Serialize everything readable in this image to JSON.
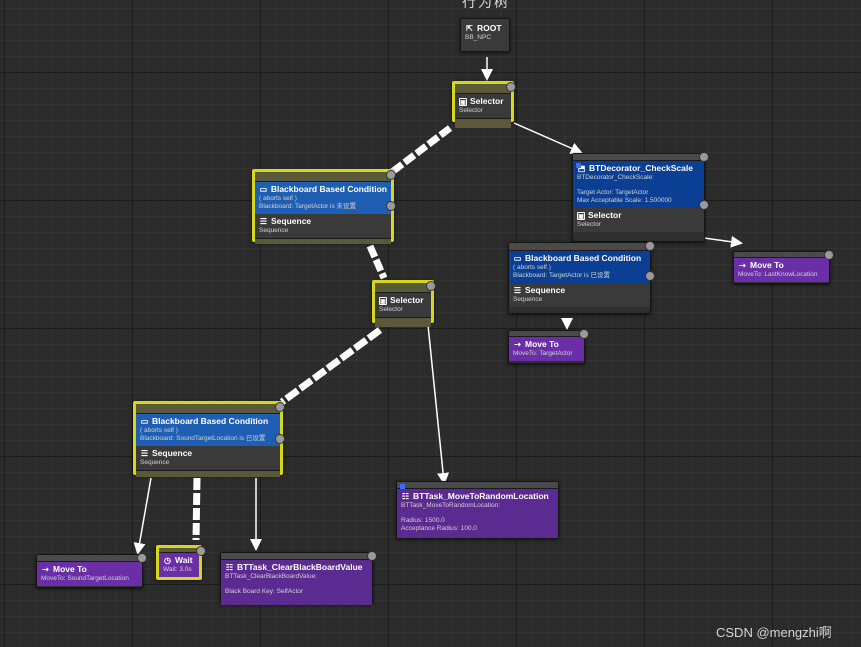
{
  "window": {
    "top_label": "行为树"
  },
  "watermark": "CSDN @mengzhi啊",
  "nodes": {
    "root": {
      "title": "ROOT",
      "sub": "BB_NPC"
    },
    "selector_main": {
      "title": "Selector",
      "sub": "Selector"
    },
    "check_scale": {
      "title": "BTDecorator_CheckScale",
      "sub": "BTDecorator_CheckScale:",
      "line1": "Target Actor: TargetActor",
      "line2": "Max Acceptable Scale: 1.500000"
    },
    "selector_right": {
      "title": "Selector",
      "sub": "Selector"
    },
    "bb_cond_left": {
      "title": "Blackboard Based Condition",
      "sub1": "( aborts self )",
      "sub2": "Blackboard: TargetActor is 未设置"
    },
    "sequence_left": {
      "title": "Sequence",
      "sub": "Sequence"
    },
    "bb_cond_right": {
      "title": "Blackboard Based Condition",
      "sub1": "( aborts self )",
      "sub2": "Blackboard: TargetActor is 已设置"
    },
    "sequence_right": {
      "title": "Sequence",
      "sub": "Sequence"
    },
    "moveto_lastknow": {
      "title": "Move To",
      "sub": "MoveTo: LastKnowLocation"
    },
    "moveto_target": {
      "title": "Move To",
      "sub": "MoveTo: TargetActor"
    },
    "selector_mid": {
      "title": "Selector",
      "sub": "Selector"
    },
    "bb_cond_lower": {
      "title": "Blackboard Based Condition",
      "sub1": "( aborts self )",
      "sub2": "Blackboard: SoundTargetLocation is 已设置"
    },
    "sequence_lower": {
      "title": "Sequence",
      "sub": "Sequence"
    },
    "move_random": {
      "title": "BTTask_MoveToRandomLocation",
      "sub": "BTTask_MoveToRandomLocation:",
      "line1": "Radius: 1500.0",
      "line2": "Acceptance Radius: 100.0"
    },
    "moveto_sound": {
      "title": "Move To",
      "sub": "MoveTo: SoundTargetLocation"
    },
    "wait": {
      "title": "Wait",
      "sub": "Wait: 3.0s"
    },
    "clear_bb": {
      "title": "BTTask_ClearBlackBoardValue",
      "sub": "BTTask_ClearBlackBoardValue:",
      "line1": "Black Board Key: SelfActor"
    }
  },
  "icons": {
    "root": "root-icon",
    "selector": "selector-icon",
    "sequence": "sequence-icon",
    "condition": "blackboard-condition-icon",
    "moveto": "move-to-icon",
    "task": "task-icon",
    "wait": "wait-icon"
  },
  "colors": {
    "active_outline": "#d6d61a",
    "decorator_blue": "#1f5fb3",
    "decorator_dark_blue": "#0b3f94",
    "task_purple": "#6a2fa6",
    "node_grey": "#3a3a3a",
    "wire_white": "#ffffff"
  }
}
